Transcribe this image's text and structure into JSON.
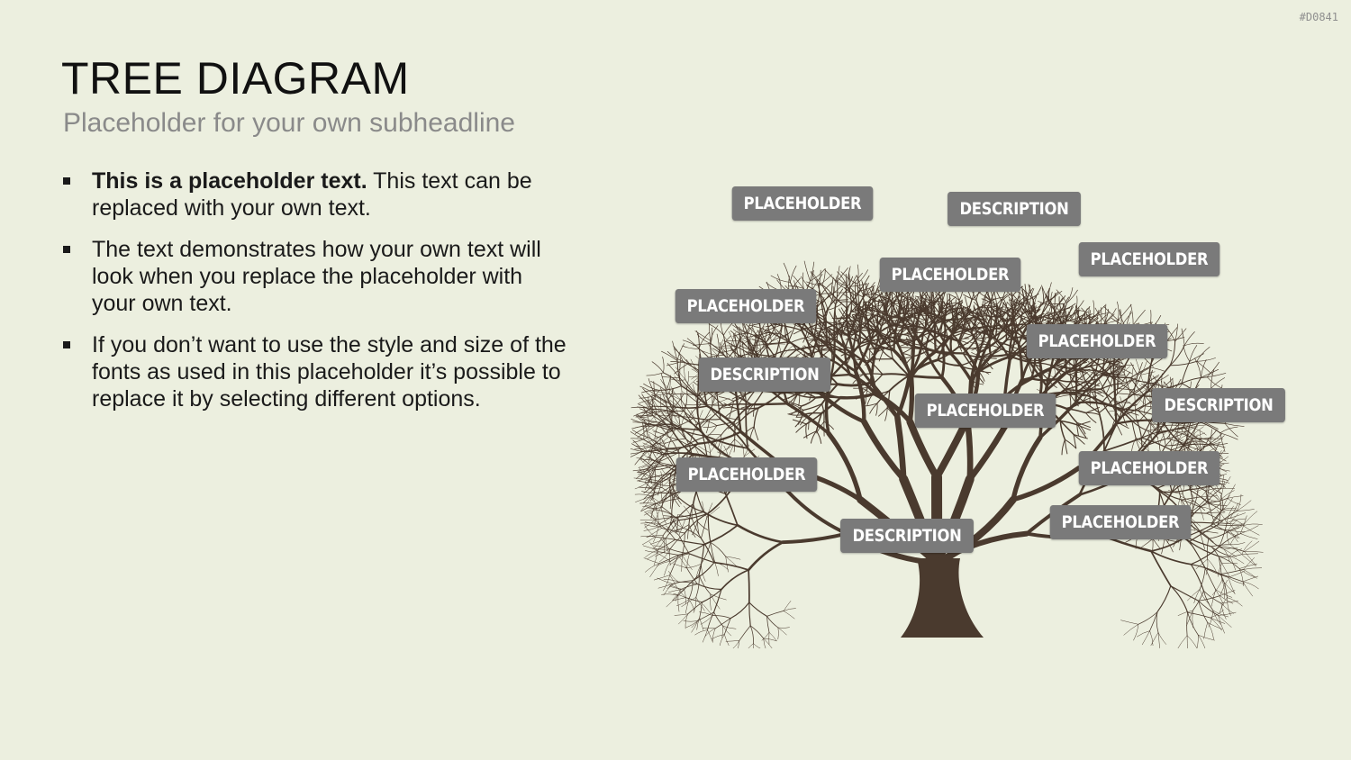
{
  "slide_id": "#D0841",
  "title": "TREE DIAGRAM",
  "subtitle": "Placeholder for your own subheadline",
  "bullets": [
    {
      "bold": "This is a placeholder text.",
      "text": " This text can be replaced with your own text."
    },
    {
      "bold": "",
      "text": "The text demonstrates how your own text will look when you replace the placeholder with your own text."
    },
    {
      "bold": "",
      "text": "If you don’t want to use the style and size of the fonts as used in this placeholder it’s possible to replace it by selecting different options."
    }
  ],
  "labels": [
    "PLACEHOLDER",
    "DESCRIPTION",
    "PLACEHOLDER",
    "PLACEHOLDER",
    "PLACEHOLDER",
    "PLACEHOLDER",
    "DESCRIPTION",
    "PLACEHOLDER",
    "DESCRIPTION",
    "PLACEHOLDER",
    "PLACEHOLDER",
    "PLACEHOLDER",
    "DESCRIPTION"
  ],
  "colors": {
    "background": "#ECEFDF",
    "label_fill": "#7A7A7A",
    "label_text": "#FFFFFF",
    "tree": "#4A3A2E"
  },
  "illustration": "tree-icon"
}
